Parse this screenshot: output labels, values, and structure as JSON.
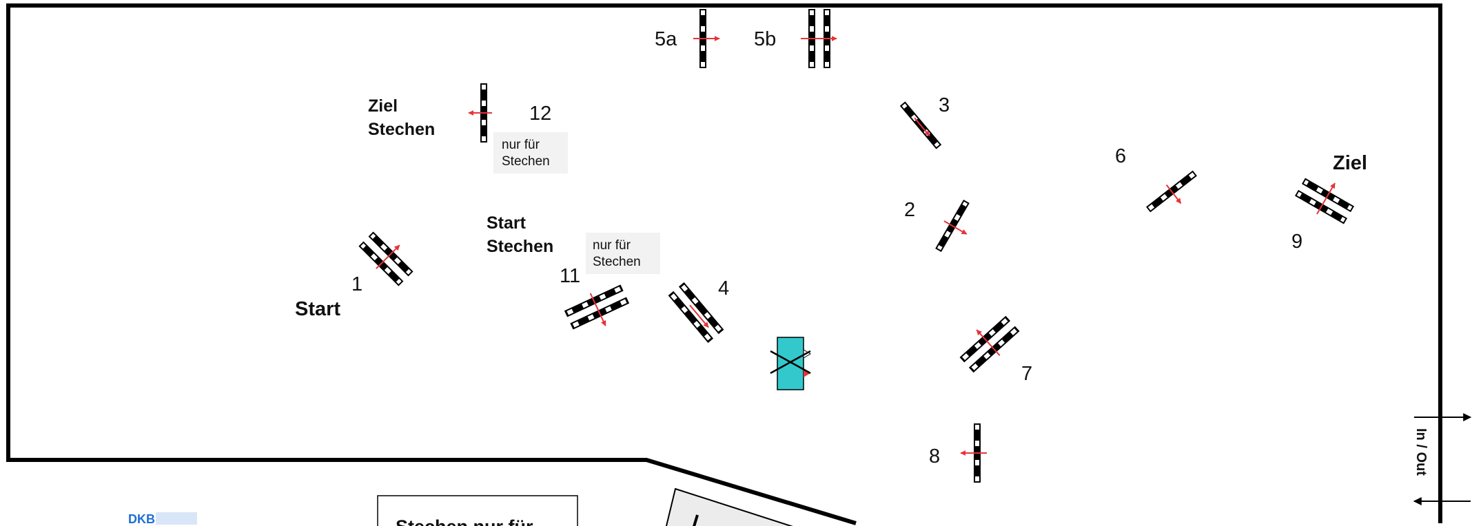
{
  "labels": {
    "start": "Start",
    "ziel": "Ziel",
    "ziel_stechen_1": "Ziel",
    "ziel_stechen_2": "Stechen",
    "start_stechen_1": "Start",
    "start_stechen_2": "Stechen",
    "in_out": "In / Out",
    "stechen_box_title": "Stechen nur für"
  },
  "notes": {
    "note_12_line1": "nur für",
    "note_12_line2": "Stechen",
    "note_11_line1": "nur für",
    "note_11_line2": "Stechen"
  },
  "obstacles": {
    "o1": "1",
    "o2": "2",
    "o3": "3",
    "o4": "4",
    "o5a": "5a",
    "o5b": "5b",
    "o6": "6",
    "o7": "7",
    "o8": "8",
    "o9": "9",
    "o11": "11",
    "o12": "12"
  },
  "logo": {
    "text": "DKB"
  },
  "colors": {
    "border": "#000000",
    "pole_dark": "#000000",
    "pole_light": "#ffffff",
    "direction_arrow": "#e8323a",
    "water_fill": "#33c9cc",
    "note_bg": "#f2f2f2",
    "gate_fill": "#ececec",
    "logo_blue": "#1e6fd0"
  }
}
